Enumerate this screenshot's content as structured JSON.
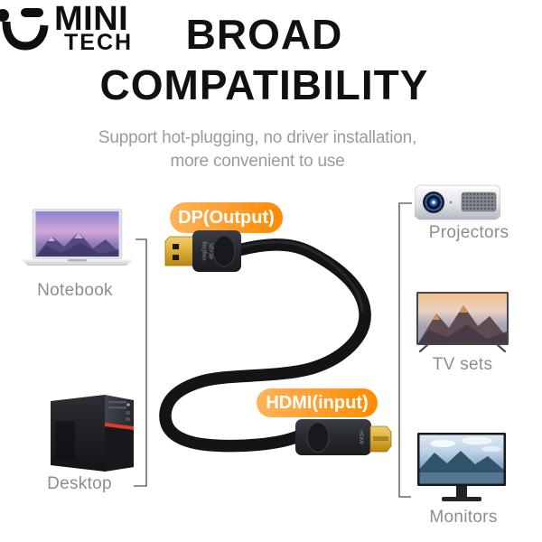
{
  "brand": {
    "line1": "MINI",
    "line2": "TECH",
    "icon": "smiley-logo"
  },
  "title": {
    "line1": "BROAD",
    "line2": "COMPATIBILITY"
  },
  "subtitle": {
    "line1": "Support hot-plugging, no driver installation,",
    "line2": "more convenient to use"
  },
  "pills": {
    "dp": "DP(Output)",
    "hdmi": "HDMI(input)"
  },
  "cable": {
    "dp_plug_brand": "VegDeg",
    "dp_plug_spec": "4K×2K",
    "hdmi_plug_text": "HDMI"
  },
  "devices": {
    "left": [
      {
        "label": "Notebook"
      },
      {
        "label": "Desktop"
      }
    ],
    "right": [
      {
        "label": "Projectors"
      },
      {
        "label": "TV sets"
      },
      {
        "label": "Monitors"
      }
    ]
  },
  "colors": {
    "pill_gradient_start": "#ffb45c",
    "pill_gradient_end": "#ff8a00",
    "title_text": "#111111",
    "subtitle_text": "#9b9b9b",
    "device_label": "#8d8d8d",
    "bracket_line": "#6b6b6b",
    "cable_black": "#141417",
    "connector_gold": "#ddb13c"
  }
}
